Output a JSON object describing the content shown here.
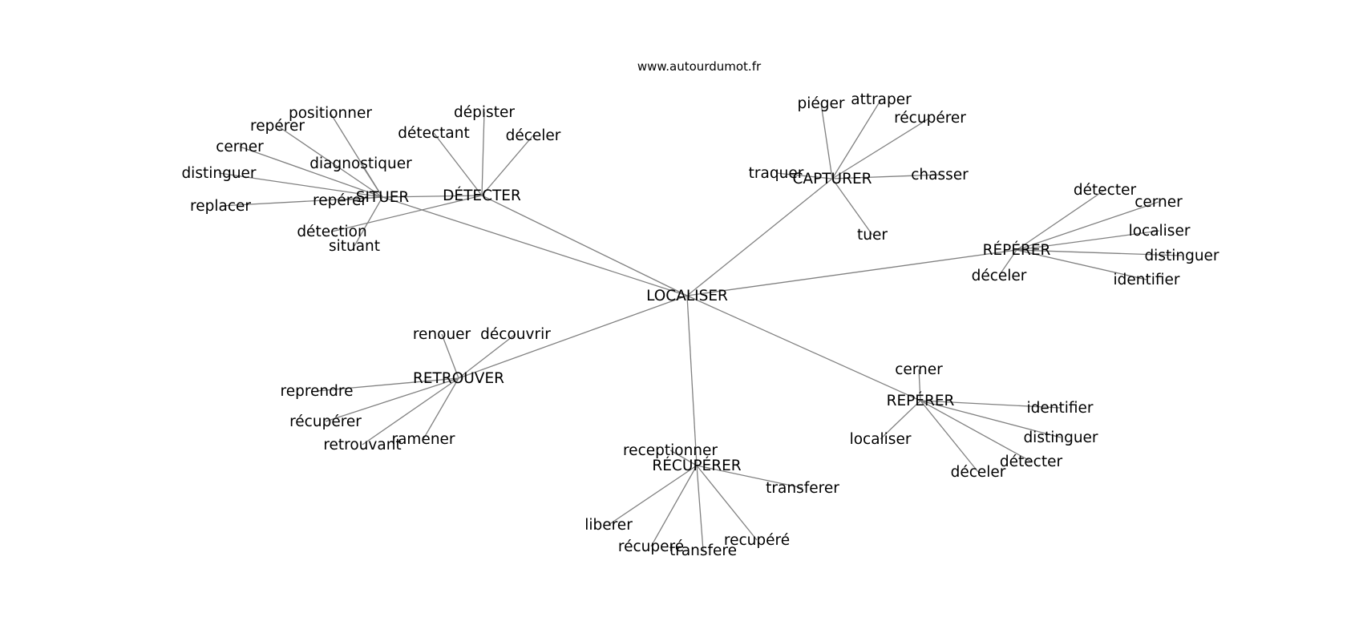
{
  "source": "www.autourdumot.fr",
  "colors": {
    "edge": "#808080",
    "text": "#000000",
    "background": "#ffffff"
  },
  "graph": {
    "center": "LOCALISER",
    "nodes": {
      "center": "LOCALISER",
      "situer": "SITUER",
      "detecter": "DÉTECTER",
      "capturer": "CAPTURER",
      "reperer_r": "RÉPÉRER",
      "reperer_b": "REPÉRER",
      "retrouver": "RETROUVER",
      "recuperer": "RÉCUPÉRER",
      "s_positionner": "positionner",
      "s_reperer": "repérer",
      "s_cerner": "cerner",
      "s_distinguer": "distinguer",
      "s_replacer": "replacer",
      "s_diagnostiquer": "diagnostiquer",
      "s_reperer2": "repérer",
      "s_situant": "situant",
      "d_depister": "dépister",
      "d_detectant": "détectant",
      "d_deceler": "déceler",
      "d_detection": "détection",
      "c_pieger": "piéger",
      "c_attraper": "attraper",
      "c_recuperer": "récupérer",
      "c_traquer": "traquer",
      "c_chasser": "chasser",
      "c_tuer": "tuer",
      "r_detecter": "détecter",
      "r_cerner": "cerner",
      "r_localiser": "localiser",
      "r_distinguer": "distinguer",
      "r_identifier": "identifier",
      "r_deceler": "déceler",
      "t_renouer": "renouer",
      "t_decouvrir": "découvrir",
      "t_reprendre": "reprendre",
      "t_recuperer": "récupérer",
      "t_retrouvant": "retrouvant",
      "t_ramener": "ramener",
      "u_receptionner": "receptionner",
      "u_transferer": "transferer",
      "u_liberer": "liberer",
      "u_recupere": "récuperé",
      "u_transfere": "transfere",
      "u_recupere2": "recupéré",
      "b_cerner": "cerner",
      "b_identifier": "identifier",
      "b_localiser": "localiser",
      "b_distinguer": "distinguer",
      "b_detecter": "détecter",
      "b_deceler": "déceler"
    },
    "edges": [
      [
        "center",
        "situer"
      ],
      [
        "center",
        "detecter"
      ],
      [
        "center",
        "capturer"
      ],
      [
        "center",
        "reperer_r"
      ],
      [
        "center",
        "reperer_b"
      ],
      [
        "center",
        "retrouver"
      ],
      [
        "center",
        "recuperer"
      ],
      [
        "situer",
        "detecter"
      ],
      [
        "situer",
        "s_positionner"
      ],
      [
        "situer",
        "s_reperer"
      ],
      [
        "situer",
        "s_cerner"
      ],
      [
        "situer",
        "s_distinguer"
      ],
      [
        "situer",
        "s_replacer"
      ],
      [
        "situer",
        "s_diagnostiquer"
      ],
      [
        "situer",
        "s_reperer2"
      ],
      [
        "situer",
        "s_situant"
      ],
      [
        "detecter",
        "d_depister"
      ],
      [
        "detecter",
        "d_detectant"
      ],
      [
        "detecter",
        "d_deceler"
      ],
      [
        "detecter",
        "d_detection"
      ],
      [
        "capturer",
        "c_pieger"
      ],
      [
        "capturer",
        "c_attraper"
      ],
      [
        "capturer",
        "c_recuperer"
      ],
      [
        "capturer",
        "c_traquer"
      ],
      [
        "capturer",
        "c_chasser"
      ],
      [
        "capturer",
        "c_tuer"
      ],
      [
        "reperer_r",
        "r_detecter"
      ],
      [
        "reperer_r",
        "r_cerner"
      ],
      [
        "reperer_r",
        "r_localiser"
      ],
      [
        "reperer_r",
        "r_distinguer"
      ],
      [
        "reperer_r",
        "r_identifier"
      ],
      [
        "reperer_r",
        "r_deceler"
      ],
      [
        "retrouver",
        "t_renouer"
      ],
      [
        "retrouver",
        "t_decouvrir"
      ],
      [
        "retrouver",
        "t_reprendre"
      ],
      [
        "retrouver",
        "t_recuperer"
      ],
      [
        "retrouver",
        "t_retrouvant"
      ],
      [
        "retrouver",
        "t_ramener"
      ],
      [
        "recuperer",
        "u_receptionner"
      ],
      [
        "recuperer",
        "u_transferer"
      ],
      [
        "recuperer",
        "u_liberer"
      ],
      [
        "recuperer",
        "u_recupere"
      ],
      [
        "recuperer",
        "u_transfere"
      ],
      [
        "recuperer",
        "u_recupere2"
      ],
      [
        "reperer_b",
        "b_cerner"
      ],
      [
        "reperer_b",
        "b_identifier"
      ],
      [
        "reperer_b",
        "b_localiser"
      ],
      [
        "reperer_b",
        "b_distinguer"
      ],
      [
        "reperer_b",
        "b_detecter"
      ],
      [
        "reperer_b",
        "b_deceler"
      ]
    ]
  }
}
